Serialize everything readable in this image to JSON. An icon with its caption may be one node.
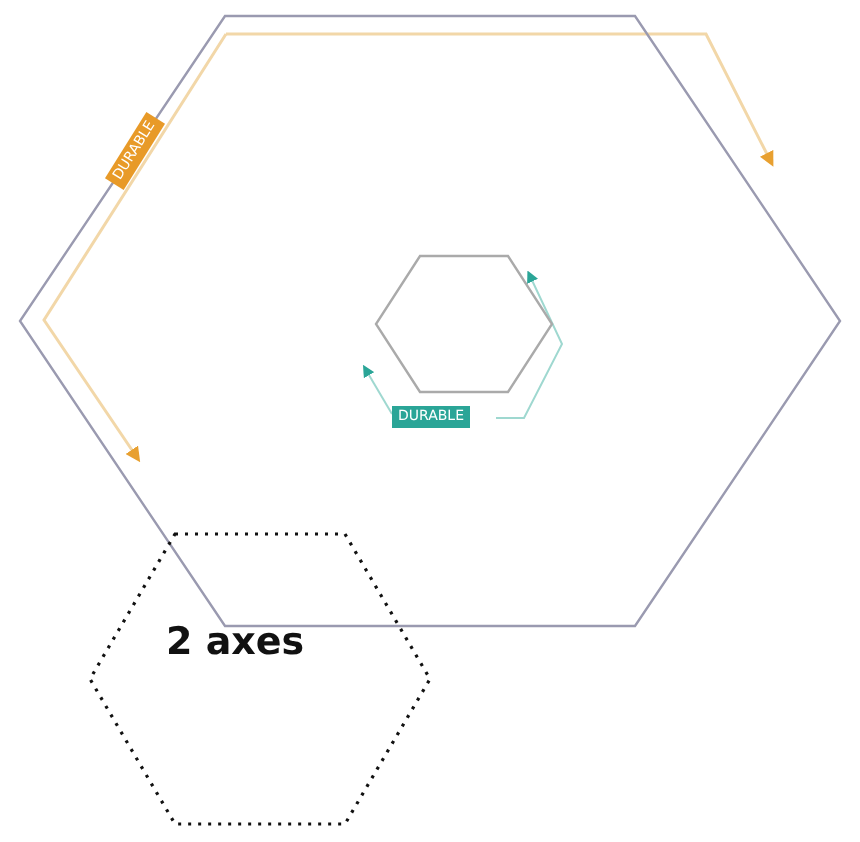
{
  "diagram": {
    "nodes": [
      {
        "text": [],
        "shape": "hexagon"
      },
      {
        "text": [],
        "shape": "hexagon",
        "in": 0
      },
      {
        "text": [
          "2 axes"
        ]
      }
    ],
    "labels": [
      "DURABLE",
      "DURABLE"
    ]
  }
}
